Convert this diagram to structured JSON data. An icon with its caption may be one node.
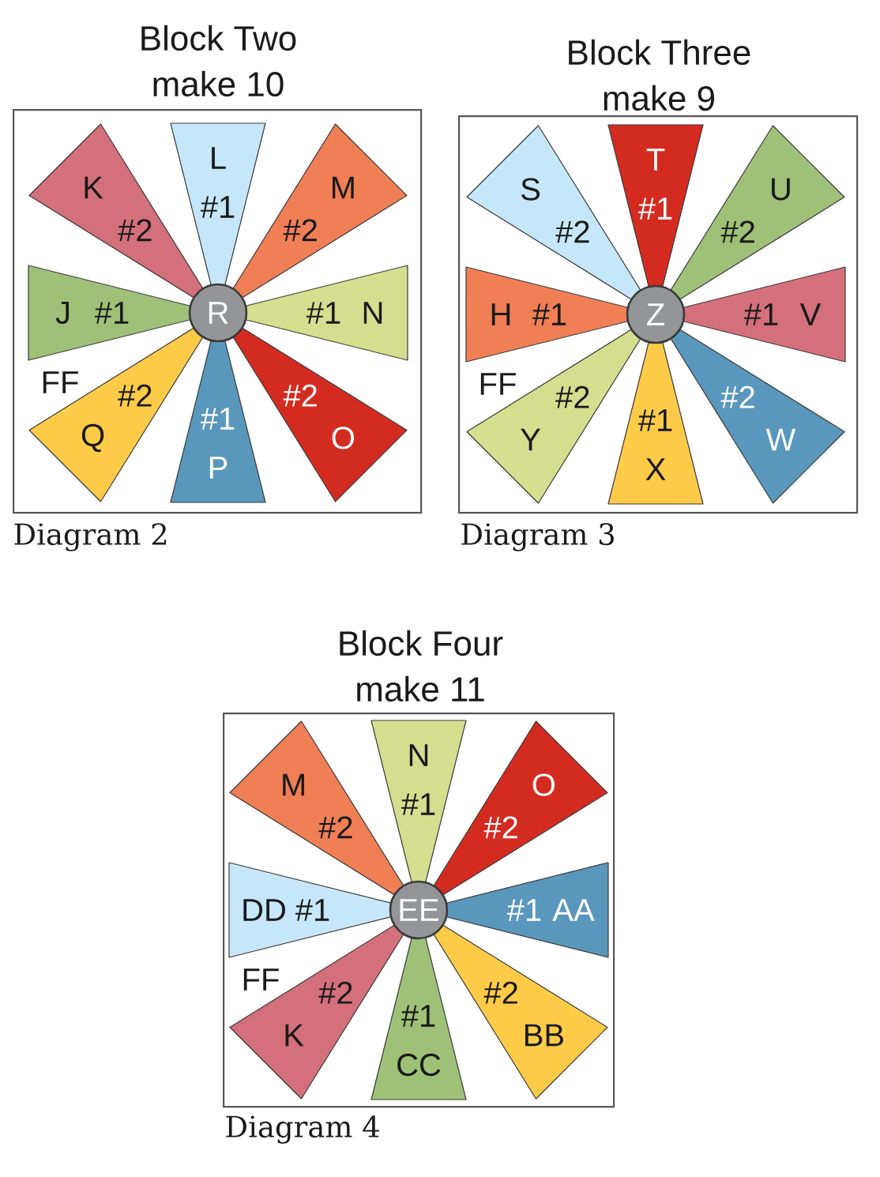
{
  "diagram": {
    "nodes": [
      {
        "text": [
          "Block Two",
          "make 10",
          "FF"
        ],
        "beside": [
          "Diagram 2"
        ]
      },
      {
        "text": [
          "K",
          "#2"
        ],
        "in": 0
      },
      {
        "text": [
          "L",
          "#1"
        ],
        "in": 0
      },
      {
        "text": [
          "M",
          "#2"
        ],
        "in": 0
      },
      {
        "text": [
          "J",
          "#1"
        ],
        "in": 0
      },
      {
        "text": [
          "R"
        ],
        "in": 0
      },
      {
        "text": [
          "#1",
          "N"
        ],
        "in": 0
      },
      {
        "text": [
          "#2",
          "Q"
        ],
        "in": 0
      },
      {
        "text": [
          "#1",
          "P"
        ],
        "in": 0
      },
      {
        "text": [
          "#2",
          "O"
        ],
        "in": 0
      },
      {
        "text": [
          "Block Three",
          "make 9",
          "FF"
        ],
        "beside": [
          "Diagram 3"
        ]
      },
      {
        "text": [
          "S",
          "#2"
        ],
        "in": 10
      },
      {
        "text": [
          "T",
          "#1"
        ],
        "in": 10
      },
      {
        "text": [
          "U",
          "#2"
        ],
        "in": 10
      },
      {
        "text": [
          "H",
          "#1"
        ],
        "in": 10
      },
      {
        "text": [
          "Z"
        ],
        "in": 10
      },
      {
        "text": [
          "#1",
          "V"
        ],
        "in": 10
      },
      {
        "text": [
          "#2",
          "Y"
        ],
        "in": 10
      },
      {
        "text": [
          "#1",
          "X"
        ],
        "in": 10
      },
      {
        "text": [
          "#2",
          "W"
        ],
        "in": 10
      },
      {
        "text": [
          "Block Four",
          "make 11",
          "FF"
        ],
        "beside": [
          "Diagram 4"
        ]
      },
      {
        "text": [
          "M",
          "#2"
        ],
        "in": 20
      },
      {
        "text": [
          "N",
          "#1"
        ],
        "in": 20
      },
      {
        "text": [
          "O",
          "#2"
        ],
        "in": 20
      },
      {
        "text": [
          "DD",
          "#1"
        ],
        "in": 20
      },
      {
        "text": [
          "EE"
        ],
        "in": 20
      },
      {
        "text": [
          "#1",
          "AA"
        ],
        "in": 20
      },
      {
        "text": [
          "#2",
          "K"
        ],
        "in": 20
      },
      {
        "text": [
          "#1",
          "CC"
        ],
        "in": 20
      },
      {
        "text": [
          "#2",
          "BB"
        ],
        "in": 20
      }
    ]
  }
}
